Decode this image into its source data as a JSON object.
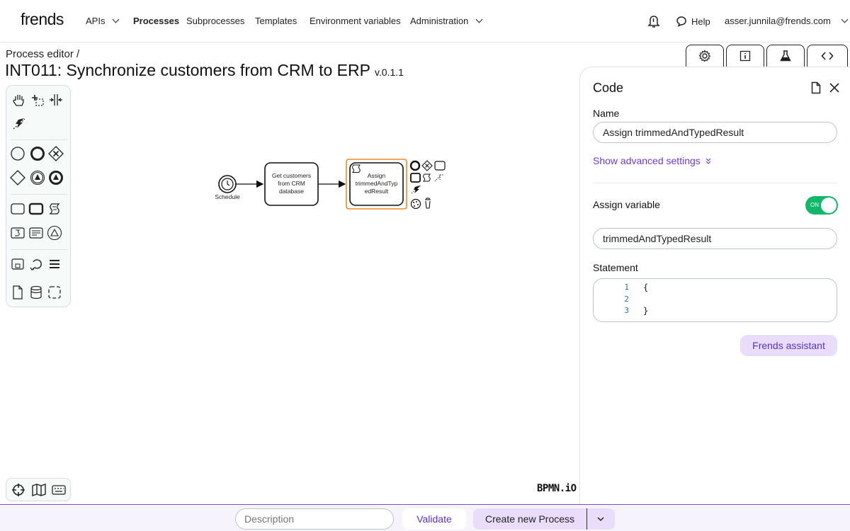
{
  "nav": {
    "logo": "frends",
    "items": [
      {
        "label": "APIs"
      },
      {
        "label": "Processes"
      },
      {
        "label": "Subprocesses"
      },
      {
        "label": "Templates"
      },
      {
        "label": "Environment variables"
      },
      {
        "label": "Administration"
      }
    ],
    "help_label": "Help",
    "user_email": "asser.junnila@frends.com"
  },
  "header": {
    "breadcrumb": "Process editor /",
    "title": "INT011: Synchronize customers from CRM to ERP",
    "version": "v.0.1.1"
  },
  "diagram": {
    "start_event_label": "Schedule",
    "task1_lines": [
      "Get customers",
      "from CRM",
      "database"
    ],
    "task2_lines": [
      "Assign",
      "trimmedAndTyp",
      "edResult"
    ],
    "watermark": "BPMN.iO"
  },
  "panel": {
    "title": "Code",
    "name_label": "Name",
    "name_value": "Assign trimmedAndTypedResult",
    "advanced_link": "Show advanced settings",
    "assign_label": "Assign variable",
    "toggle_text": "ON",
    "variable_value": "trimmedAndTypedResult",
    "statement_label": "Statement",
    "code_lines": [
      {
        "num": "1",
        "text": "{"
      },
      {
        "num": "2",
        "text": ""
      },
      {
        "num": "3",
        "text": "}"
      }
    ],
    "assistant_button": "Frends assistant"
  },
  "bottom": {
    "description_placeholder": "Description",
    "validate_label": "Validate",
    "create_label": "Create new Process"
  },
  "colors": {
    "accent": "#6d3bd6",
    "toggle_on": "#12b76a",
    "selection": "#f08a24"
  }
}
